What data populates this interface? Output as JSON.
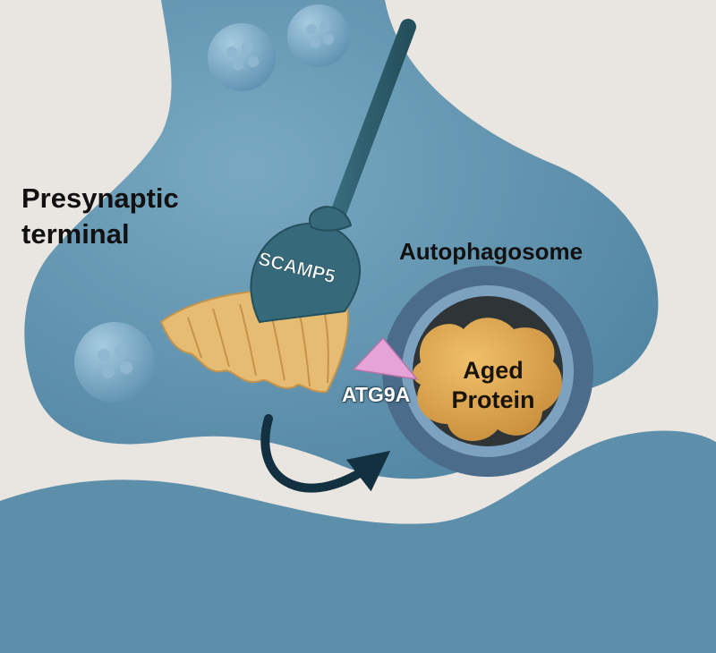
{
  "labels": {
    "presynaptic_line1": "Presynaptic",
    "presynaptic_line2": "terminal",
    "autophagosome": "Autophagosome",
    "broom_band": "SCAMP5",
    "atg9a": "ATG9A",
    "aged_line1": "Aged",
    "aged_line2": "Protein"
  },
  "colors": {
    "background": "#e9e5e0",
    "terminal": "#5f92ad",
    "broom_handle": "#2f5f6e",
    "bristles": "#e6bb72",
    "autophagosome_ring": "#4c6c8c",
    "aged_protein": "#d8a24c",
    "atg9a_marker": "#e6a3d8",
    "arrow": "#12303f"
  },
  "icons": [
    "broom-icon",
    "curved-arrow-icon",
    "vesicle-icon"
  ]
}
